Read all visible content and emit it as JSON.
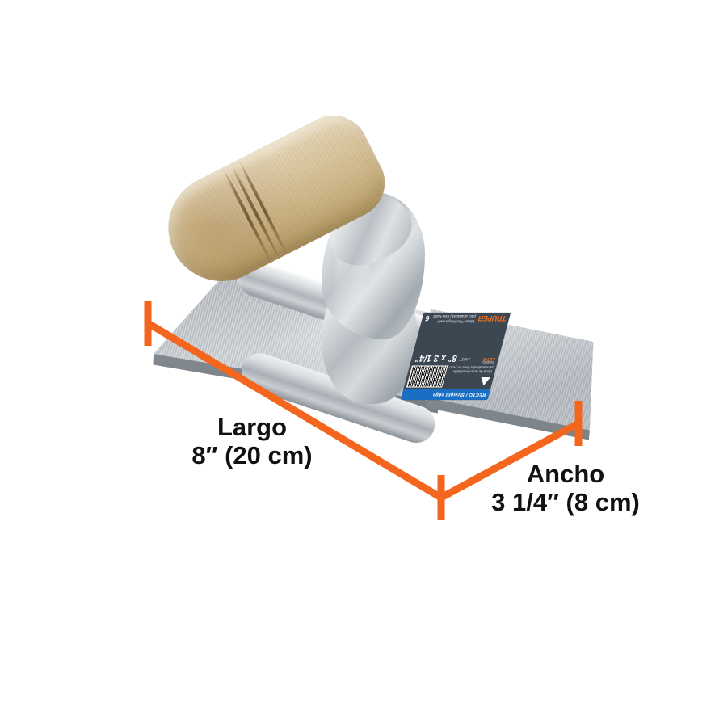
{
  "image": {
    "subject": "truper-finishing-trowel",
    "background_color": "#ffffff"
  },
  "product": {
    "handle": {
      "material_name": "wooden-handle",
      "color": "#d9c59c"
    },
    "shank": {
      "material_name": "cast-aluminium-shank",
      "color": "#c2c7cb"
    },
    "blade": {
      "material_name": "steel-blade",
      "color": "#c0c5ca"
    }
  },
  "label": {
    "banner": "RECTO / Straight edge",
    "brand": "TRUPER",
    "product_name": "Llana / Finishing trowel",
    "product_sub": "para acabados | Inox-hand",
    "description": "Llana de acero inoxidable para acabados finos en yeso y mortero.",
    "size": "8\" x 3 1/4\"",
    "code": "LLT-8",
    "sku": "14037",
    "number": "6",
    "colors": {
      "body": "#3d4752",
      "banner": "#1a6fc4",
      "brand": "#f07020"
    }
  },
  "dimensions": {
    "accent_color": "#f4661e",
    "length": {
      "name": "Largo",
      "value": "8″ (20 cm)"
    },
    "width": {
      "name": "Ancho",
      "value": "3 1/4″ (8 cm)"
    }
  }
}
